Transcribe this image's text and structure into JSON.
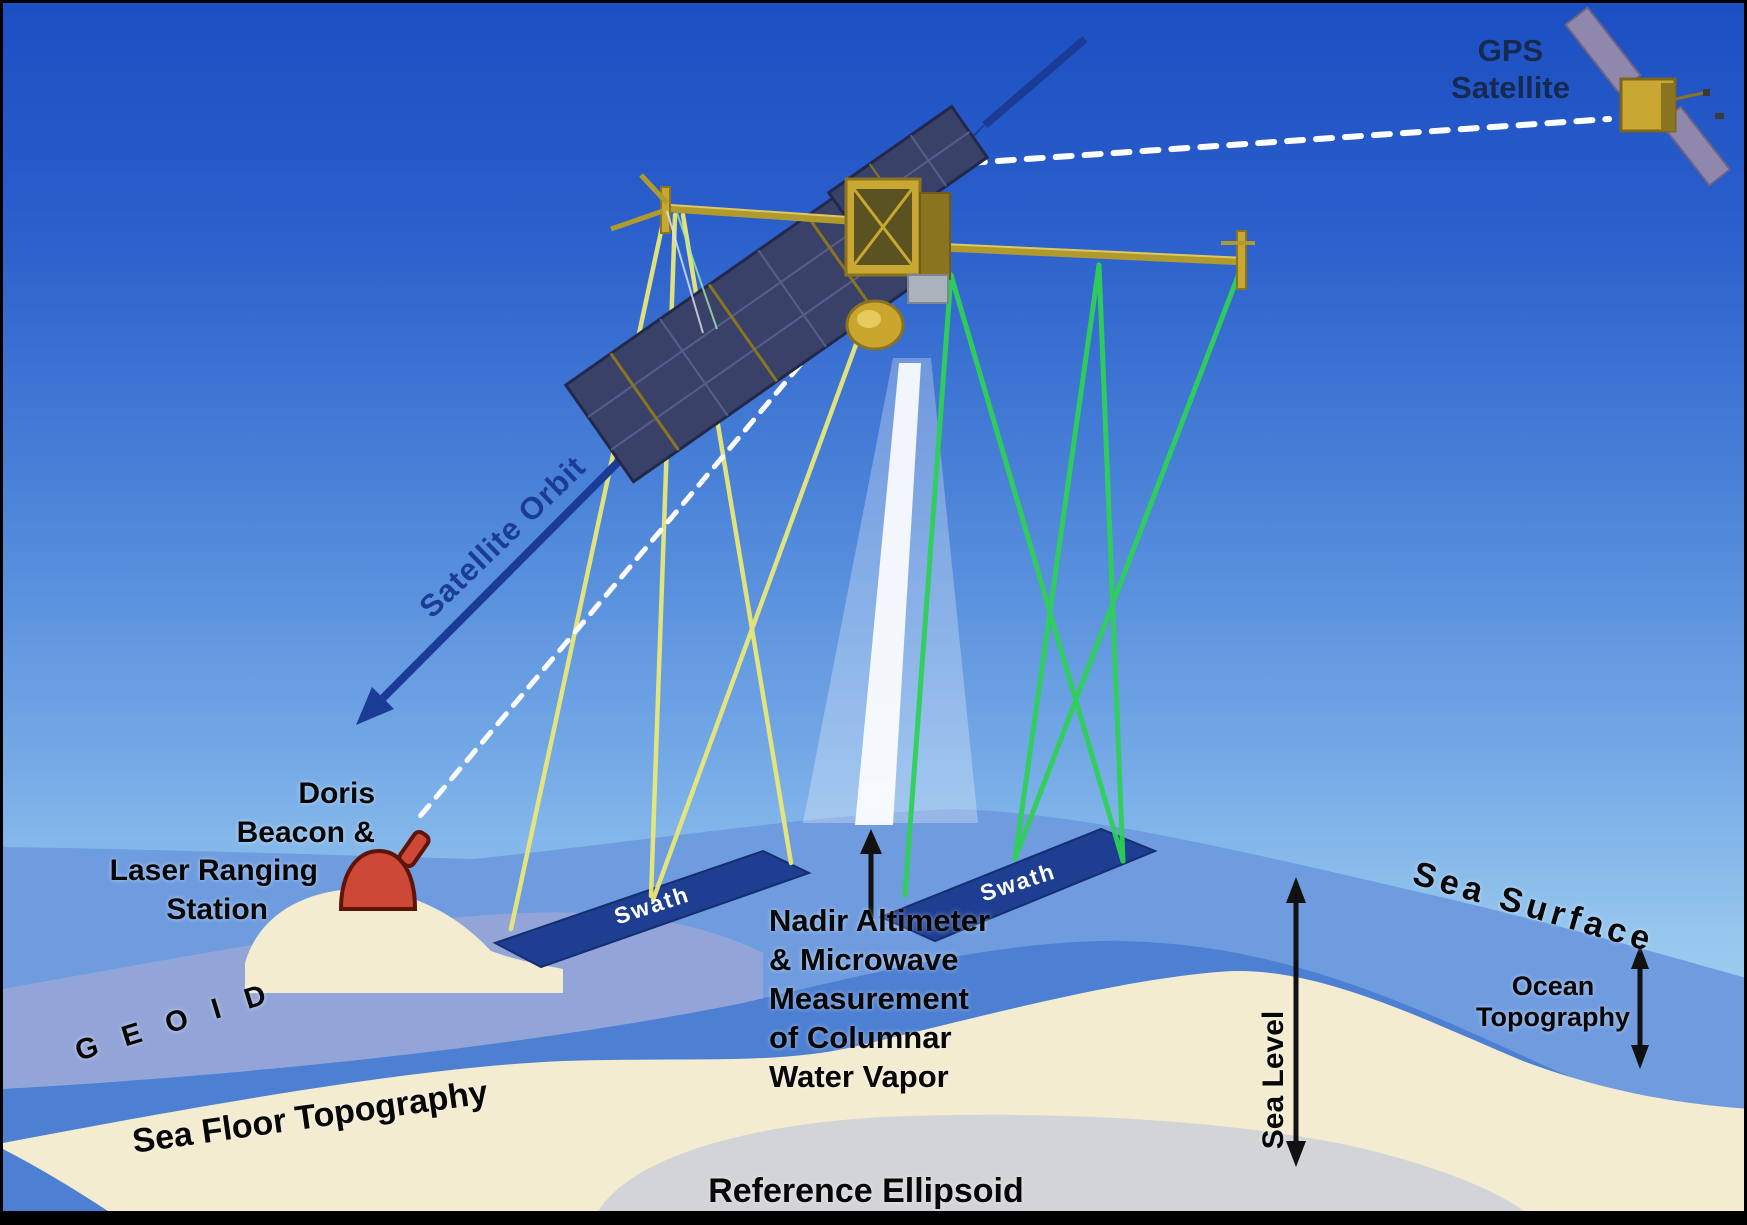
{
  "colors": {
    "sky_top": "#1c4fc2",
    "sky_bottom": "#aedcf4",
    "ocean_medium": "#6f9cdf",
    "geoid_band": "#93a5d8",
    "ocean_deep": "#4d7fd2",
    "sea_floor_cream": "#f3ecd1",
    "ellipsoid_gray": "#d2d4d8",
    "swath_navy": "#1e3e92",
    "beam_yellow": "#e9e878",
    "beam_green": "#2fd058",
    "orbit_navy": "#1b3c96",
    "beacon_red": "#cd4836",
    "satellite_gold": "#c8a832",
    "panel_dark": "#3a4168"
  },
  "labels": {
    "gps_satellite": {
      "line1": "GPS",
      "line2": "Satellite"
    },
    "satellite_orbit": "Satellite Orbit",
    "ground_station": {
      "line1": "Doris",
      "line2": "Beacon &",
      "line3": "Laser Ranging",
      "line4": "Station"
    },
    "geoid": "G E O I D",
    "sea_floor_topography": "Sea Floor Topography",
    "swath_left": "Swath",
    "swath_right": "Swath",
    "nadir": {
      "line1": "Nadir Altimeter",
      "line2": "& Microwave",
      "line3": "Measurement",
      "line4": "of Columnar",
      "line5": "Water Vapor"
    },
    "reference_ellipsoid": "Reference Ellipsoid",
    "sea_surface": "Sea Surface",
    "ocean_topography": {
      "line1": "Ocean",
      "line2": "Topography"
    },
    "sea_level": "Sea Level"
  }
}
